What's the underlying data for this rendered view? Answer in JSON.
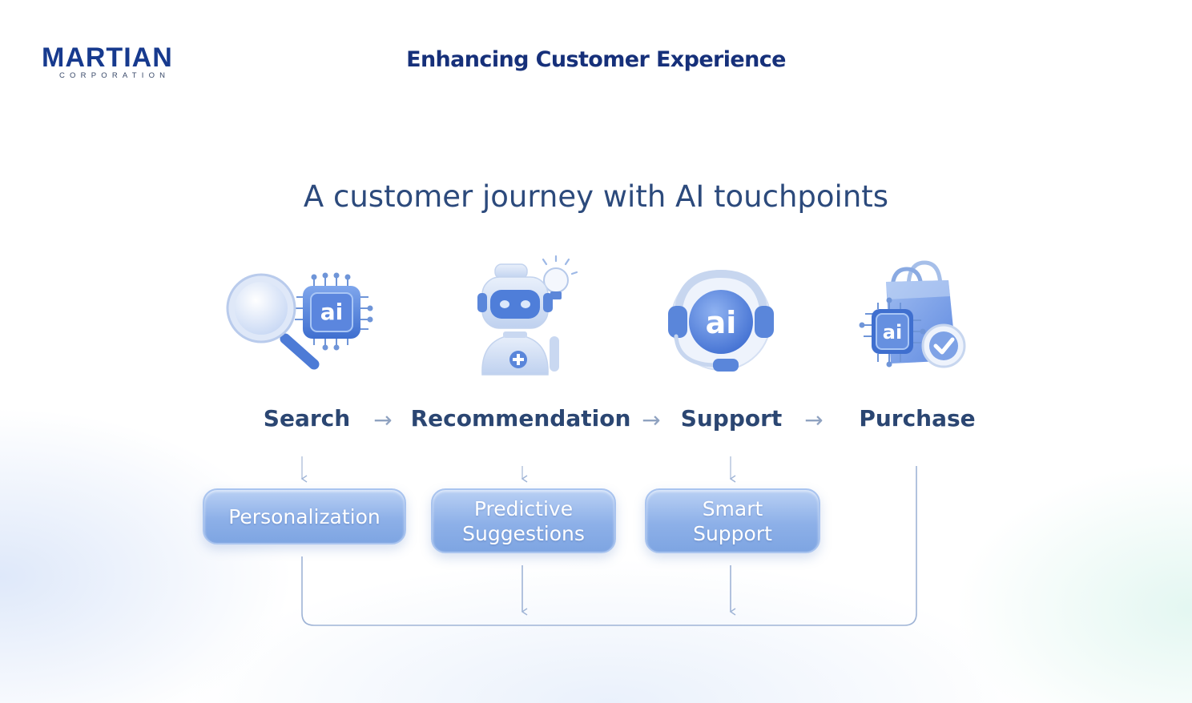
{
  "header": {
    "logo_word": "MARTIAN",
    "logo_sub": "CORPORATION",
    "title": "Enhancing Customer Experience"
  },
  "headline": "A customer journey with AI touchpoints",
  "steps": [
    {
      "label": "Search",
      "icon": "magnifier-ai-chip-icon"
    },
    {
      "label": "Recommendation",
      "icon": "robot-lightbulb-icon"
    },
    {
      "label": "Support",
      "icon": "headset-ai-icon"
    },
    {
      "label": "Purchase",
      "icon": "shopping-bag-ai-check-icon"
    }
  ],
  "touchpoints": [
    {
      "line1": "Personalization",
      "line2": ""
    },
    {
      "line1": "Predictive",
      "line2": "Suggestions"
    },
    {
      "line1": "Smart",
      "line2": "Support"
    }
  ],
  "icon_text": "ai",
  "colors": {
    "brand": "#173a8e",
    "title": "#16307a",
    "step_text": "#2b4672",
    "pill": "#8db0e8",
    "connector": "#9fb4d6"
  }
}
